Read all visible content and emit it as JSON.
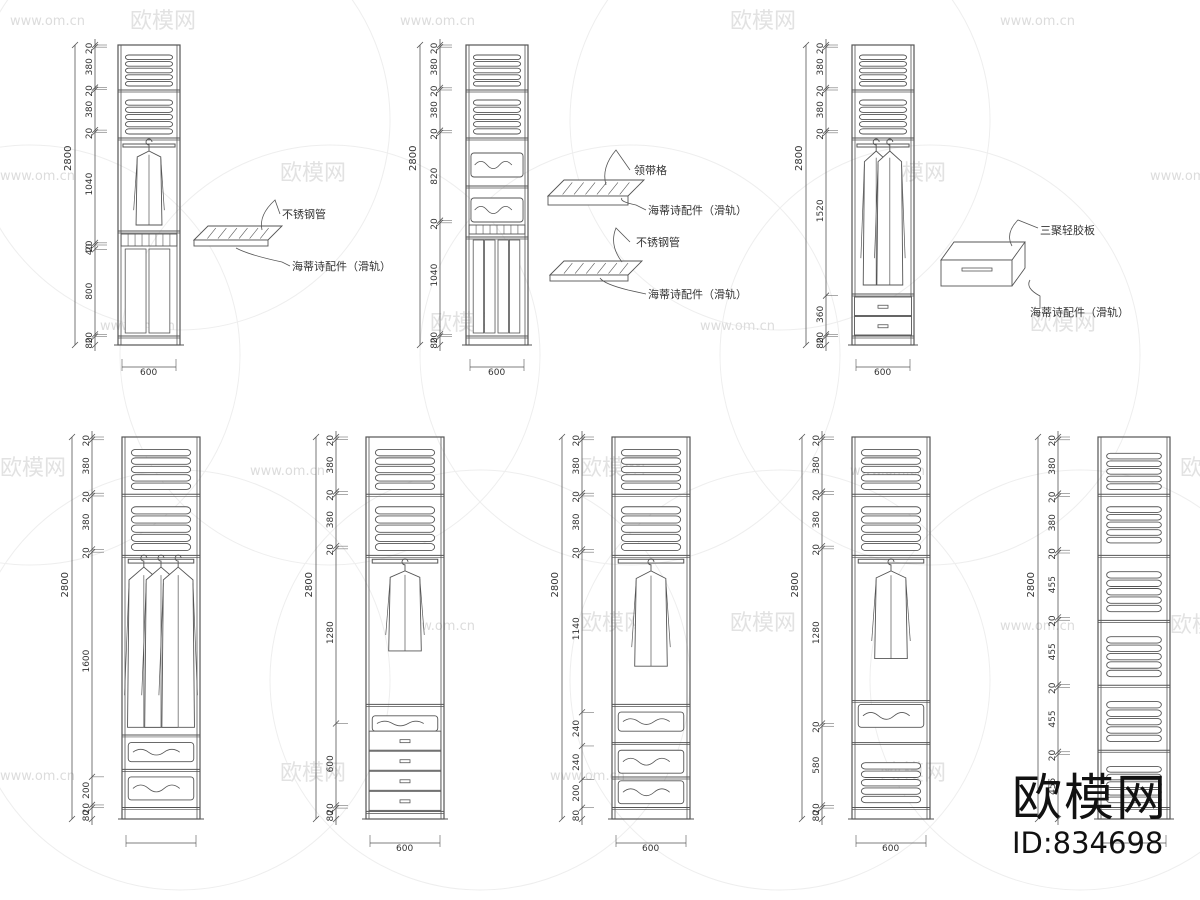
{
  "brand": {
    "name": "欧模网",
    "id": "ID:834698"
  },
  "watermark": {
    "name": "欧模网",
    "url": "www.om.cn"
  },
  "callouts": {
    "a1_pipe": "不锈钢管",
    "a1_rail": "海蒂诗配件（滑轨）",
    "a2_tie": "领带格",
    "a2_rail1": "海蒂诗配件（滑轨）",
    "a2_pipe": "不锈钢管",
    "a2_rail2": "海蒂诗配件（滑轨）",
    "a3_board": "三聚轻胶板",
    "a3_rail": "海蒂诗配件（滑轨）"
  },
  "units": [
    {
      "id": "a1",
      "width": "600",
      "total": "2800",
      "dims": [
        "20",
        "380",
        "20",
        "380",
        "20",
        "1040",
        "20",
        "40",
        "800",
        "20",
        "80"
      ],
      "comps": [
        [
          "s",
          1
        ],
        [
          "s",
          1
        ],
        [
          "rod"
        ],
        [
          "c",
          1
        ],
        [
          "rack"
        ],
        [
          "p",
          1
        ]
      ]
    },
    {
      "id": "a2",
      "width": "600",
      "total": "2800",
      "dims": [
        "20",
        "380",
        "20",
        "380",
        "20",
        "820",
        "20",
        "1040",
        "20",
        "80"
      ],
      "comps": [
        [
          "s",
          1
        ],
        [
          "s",
          1
        ],
        [
          "tr",
          1
        ],
        [
          "tr",
          1
        ],
        [
          "rack"
        ],
        [
          "p",
          2
        ]
      ]
    },
    {
      "id": "a3",
      "width": "600",
      "total": "2800",
      "dims": [
        "20",
        "380",
        "20",
        "380",
        "20",
        "1520",
        "360",
        "20",
        "80"
      ],
      "comps": [
        [
          "s",
          1
        ],
        [
          "s",
          1
        ],
        [
          "rod"
        ],
        [
          "c",
          2
        ],
        [
          "d",
          2
        ]
      ]
    },
    {
      "id": "b1",
      "width": "",
      "total": "2800",
      "dims": [
        "20",
        "380",
        "20",
        "380",
        "20",
        "1600",
        "200",
        "20",
        "80"
      ],
      "comps": [
        [
          "s",
          1
        ],
        [
          "s",
          1
        ],
        [
          "rod"
        ],
        [
          "c",
          3
        ],
        [
          "tr",
          1
        ],
        [
          "tr",
          1
        ]
      ]
    },
    {
      "id": "b2",
      "width": "600",
      "total": "2800",
      "dims": [
        "20",
        "380",
        "20",
        "380",
        "20",
        "1280",
        "600",
        "20",
        "80"
      ],
      "comps": [
        [
          "s",
          1
        ],
        [
          "s",
          1
        ],
        [
          "rod"
        ],
        [
          "c",
          1
        ],
        [
          "tr",
          1
        ],
        [
          "d",
          4
        ]
      ]
    },
    {
      "id": "b3",
      "width": "600",
      "total": "2800",
      "dims": [
        "20",
        "380",
        "20",
        "380",
        "20",
        "1140",
        "240",
        "240",
        "200",
        "80"
      ],
      "comps": [
        [
          "s",
          1
        ],
        [
          "s",
          1
        ],
        [
          "rod"
        ],
        [
          "c",
          1
        ],
        [
          "tr",
          1
        ],
        [
          "tr",
          1
        ],
        [
          "tr",
          1
        ]
      ]
    },
    {
      "id": "b4",
      "width": "600",
      "total": "2800",
      "dims": [
        "20",
        "380",
        "20",
        "380",
        "20",
        "1280",
        "20",
        "580",
        "20",
        "80"
      ],
      "comps": [
        [
          "s",
          1
        ],
        [
          "s",
          1
        ],
        [
          "rod"
        ],
        [
          "c",
          1
        ],
        [
          "tr",
          1
        ],
        [
          "s",
          1
        ]
      ]
    },
    {
      "id": "b5",
      "width": "",
      "total": "2800",
      "dims": [
        "20",
        "380",
        "20",
        "380",
        "20",
        "455",
        "20",
        "455",
        "20",
        "455",
        "20",
        "455"
      ],
      "comps": [
        [
          "s",
          1
        ],
        [
          "s",
          1
        ],
        [
          "s",
          1
        ],
        [
          "s",
          1
        ],
        [
          "s",
          1
        ],
        [
          "s",
          1
        ]
      ]
    }
  ]
}
